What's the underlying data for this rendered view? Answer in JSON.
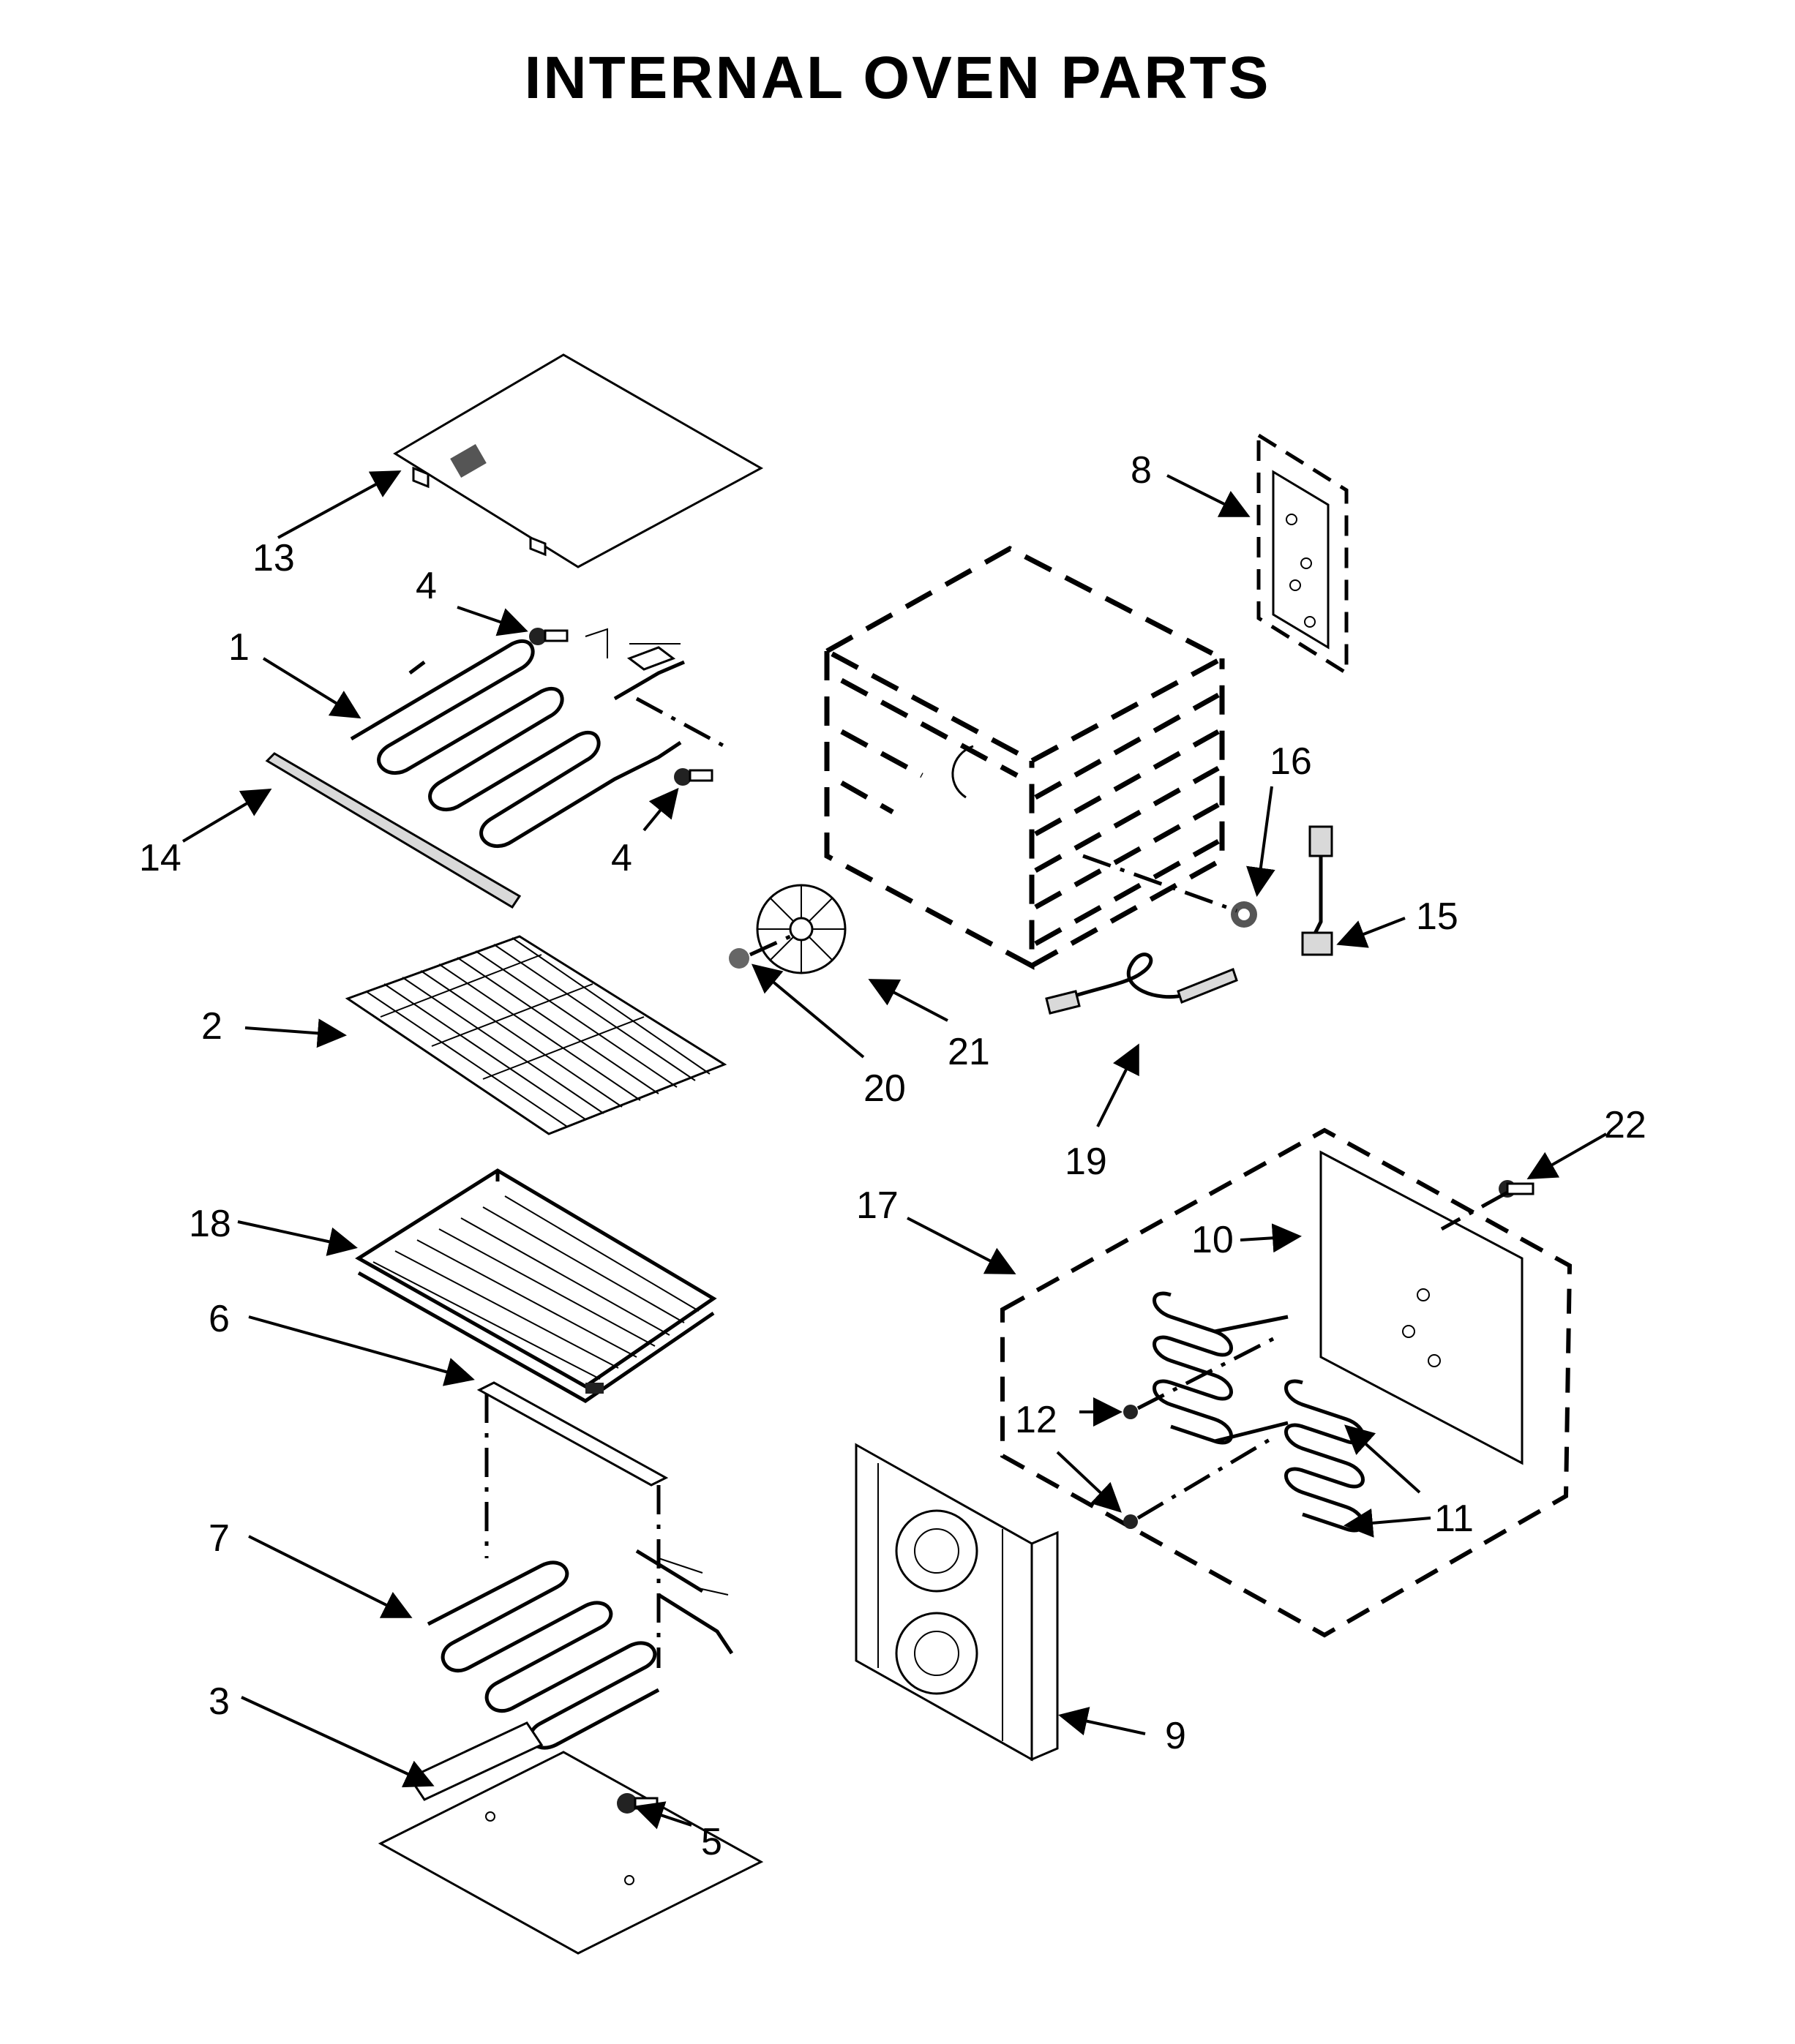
{
  "title": "INTERNAL OVEN PARTS",
  "labels": [
    "13",
    "4",
    "1",
    "14",
    "4",
    "2",
    "18",
    "6",
    "7",
    "3",
    "5",
    "8",
    "16",
    "15",
    "21",
    "20",
    "19",
    "22",
    "17",
    "10",
    "12",
    "11",
    "9"
  ]
}
